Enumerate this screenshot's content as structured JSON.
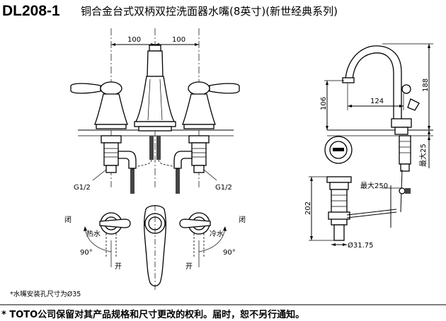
{
  "header": {
    "model": "DL208-1",
    "title": "铜合金台式双柄双控洗面器水嘴(8英寸)(新世经典系列)"
  },
  "dimensions": {
    "spacing_left": "100",
    "spacing_right": "100",
    "reach": "124",
    "height_total": "188",
    "height_spout": "106",
    "max_25": "最大25",
    "max_250": "最大250",
    "height_202": "202",
    "diameter": "Ø31.75"
  },
  "labels": {
    "thread_left": "G1/2",
    "thread_right": "G1/2",
    "close_left": "闭",
    "hot": "热水",
    "angle_left": "90°",
    "open_left": "开",
    "close_right": "闭",
    "cold": "冷水",
    "angle_right": "90°",
    "open_right": "开"
  },
  "notes": {
    "hole": "*水嘴安装孔尺寸为Ø35",
    "footer": "* TOTO公司保留对其产品规格和尺寸更改的权利。届时，恕不另行通知。"
  }
}
